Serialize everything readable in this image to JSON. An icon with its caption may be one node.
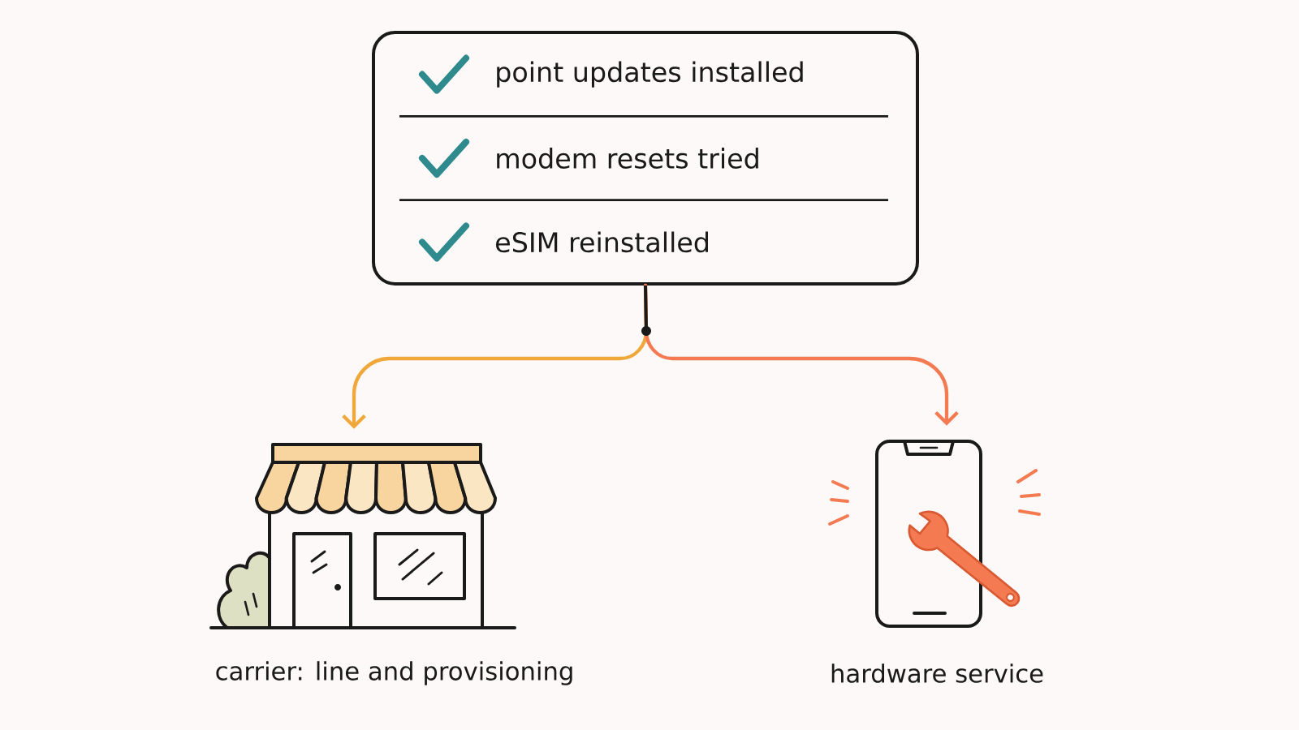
{
  "diagram": {
    "nodes": [
      {
        "text": [
          "point updates installed",
          "modem resets tried",
          "eSIM reinstalled"
        ]
      },
      {
        "text": [],
        "shape": "picture",
        "beside": [
          "carrier: line and provisioning"
        ]
      },
      {
        "text": [],
        "shape": "picture",
        "beside": [
          "hardware service"
        ]
      }
    ],
    "edges": [
      {
        "from": 0,
        "to": 1,
        "arrow": "to",
        "color": "#f0a83a"
      },
      {
        "from": 0,
        "to": 2,
        "arrow": "to",
        "color": "#f47a52"
      }
    ]
  }
}
